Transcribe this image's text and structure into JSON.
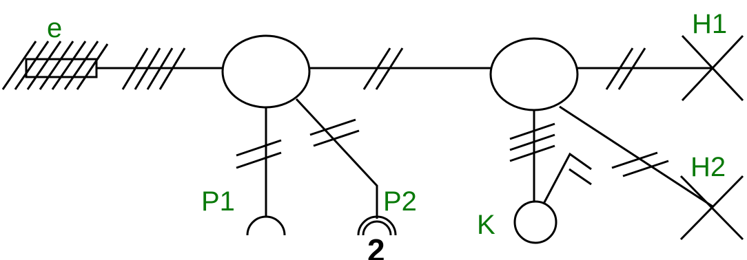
{
  "diagram": {
    "labels": {
      "e": "e",
      "h1": "H1",
      "h2": "H2",
      "p1": "P1",
      "p2": "P2",
      "k": "K",
      "two": "2"
    },
    "colors": {
      "line": "#000000",
      "label": "#0a7a0a"
    }
  }
}
